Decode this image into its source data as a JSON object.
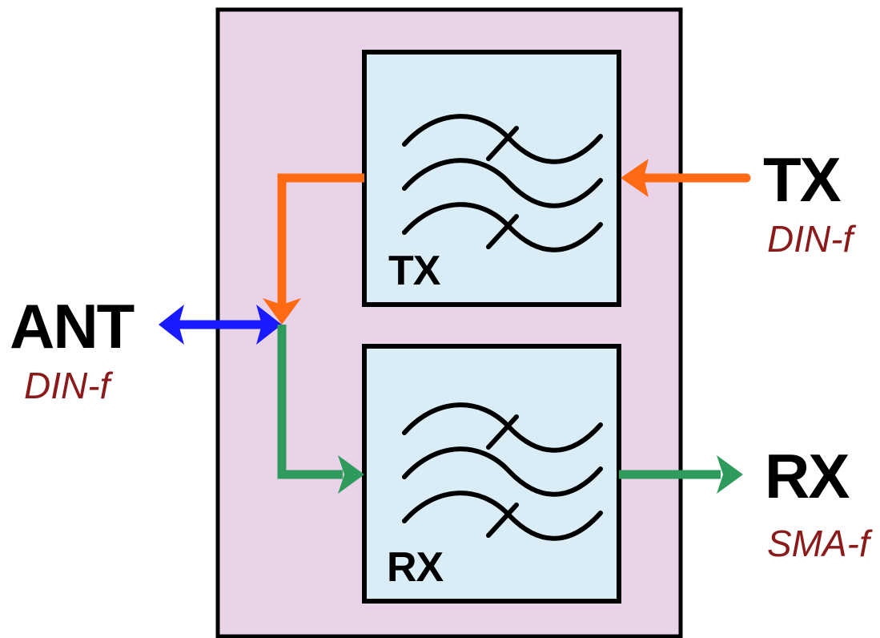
{
  "ports": {
    "tx": {
      "label": "TX",
      "connector": "DIN-f"
    },
    "ant": {
      "label": "ANT",
      "connector": "DIN-f"
    },
    "rx": {
      "label": "RX",
      "connector": "SMA-f"
    }
  },
  "filters": {
    "tx": {
      "label": "TX"
    },
    "rx": {
      "label": "RX"
    }
  },
  "colors": {
    "housing": "#e9d3e9",
    "filter_box": "#daedf6",
    "tx_path": "#ff6a13",
    "rx_path": "#2e9a5c",
    "ant_path": "#1a1aff",
    "connector_text": "#8b1a1a"
  }
}
